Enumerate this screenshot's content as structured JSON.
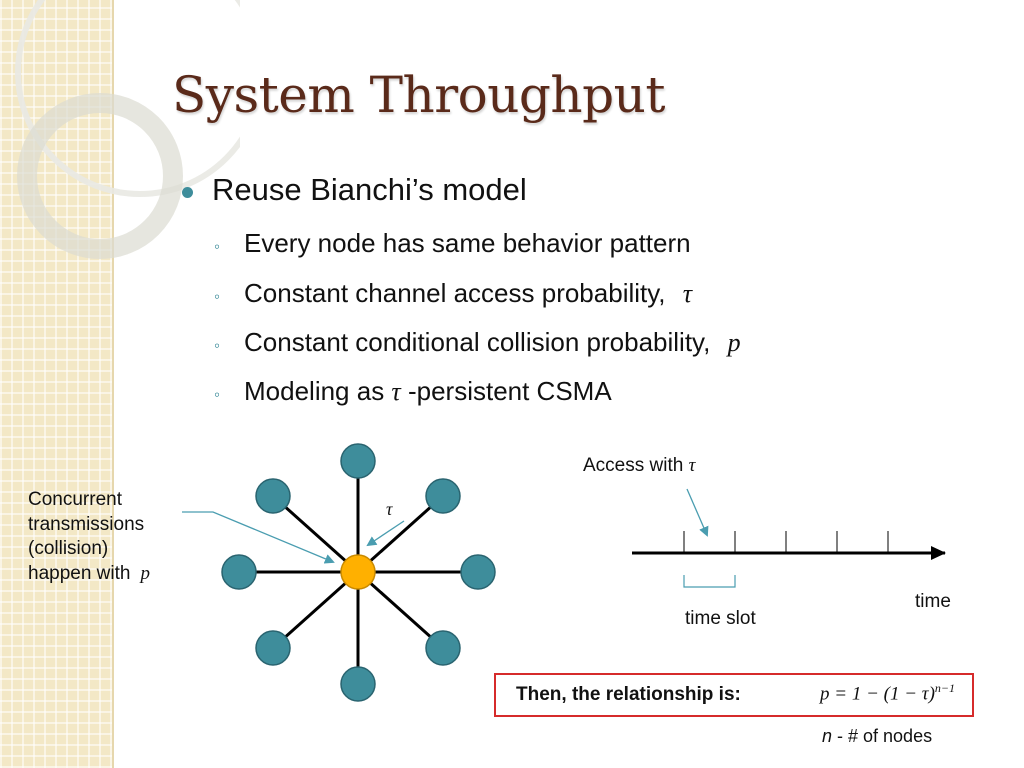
{
  "slide": {
    "title": "System Throughput",
    "bullet": "Reuse Bianchi’s model",
    "sub_bullets": [
      {
        "text": "Every node has same behavior pattern",
        "symbol": ""
      },
      {
        "text": "Constant channel access probability, ",
        "symbol": "τ"
      },
      {
        "text": "Constant conditional collision probability, ",
        "symbol": "p"
      }
    ],
    "modeling": {
      "prefix": "Modeling as ",
      "symbol": "τ",
      "suffix": " -persistent CSMA"
    },
    "sub_marker": "◦"
  },
  "diagram": {
    "collision_label_lines": [
      "Concurrent",
      "transmissions",
      "(collision)",
      "happen with"
    ],
    "collision_symbol": "p",
    "tau_label": "τ",
    "node_color": "#3e8d9b",
    "center_color": "#ffb000"
  },
  "timeline": {
    "access_label": "Access with ",
    "access_symbol": "τ",
    "slot_label": "time slot",
    "axis_label": "time"
  },
  "formula": {
    "lead": "Then, the relationship is:",
    "expr": "p = 1 − (1 − τ)",
    "exponent": "n−1",
    "note_var": "n",
    "note_rest": " - # of nodes"
  },
  "colors": {
    "title": "#5a2a1a",
    "accent": "#3e8d9b",
    "box_border": "#d62b2b"
  }
}
